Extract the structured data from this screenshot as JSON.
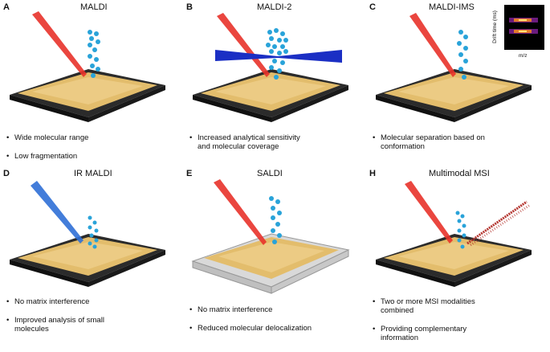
{
  "panels": [
    {
      "letter": "A",
      "title": "MALDI",
      "bullets": [
        "Wide molecular range",
        "Low fragmentation"
      ]
    },
    {
      "letter": "B",
      "title": "MALDI-2",
      "bullets": [
        "Increased analytical sensitivity\nand molecular coverage"
      ]
    },
    {
      "letter": "C",
      "title": "MALDI-IMS",
      "bullets": [
        "Molecular separation based on\nconformation"
      ],
      "inset": {
        "ylabel": "Drift time (ms)",
        "xlabel": "m/z"
      }
    },
    {
      "letter": "D",
      "title": "IR MALDI",
      "bullets": [
        "No matrix interference",
        "Improved analysis of small\nmolecules"
      ]
    },
    {
      "letter": "E",
      "title": "SALDI",
      "bullets": [
        "No matrix interference",
        "Reduced molecular delocalization"
      ]
    },
    {
      "letter": "H",
      "title": "Multimodal MSI",
      "bullets": [
        "Two or more MSI modalities\ncombined",
        "Providing complementary\ninformation"
      ]
    }
  ],
  "colors": {
    "laser_red": "#e8322a",
    "laser_blue": "#2f6fd6",
    "beam_blue": "#1b2fc4",
    "ion": "#29a3d9",
    "matrix": "#e8c77a",
    "slab": "#2b2b2b",
    "saldi_slab": "#d9d9d9",
    "trail": "#b4342e"
  }
}
